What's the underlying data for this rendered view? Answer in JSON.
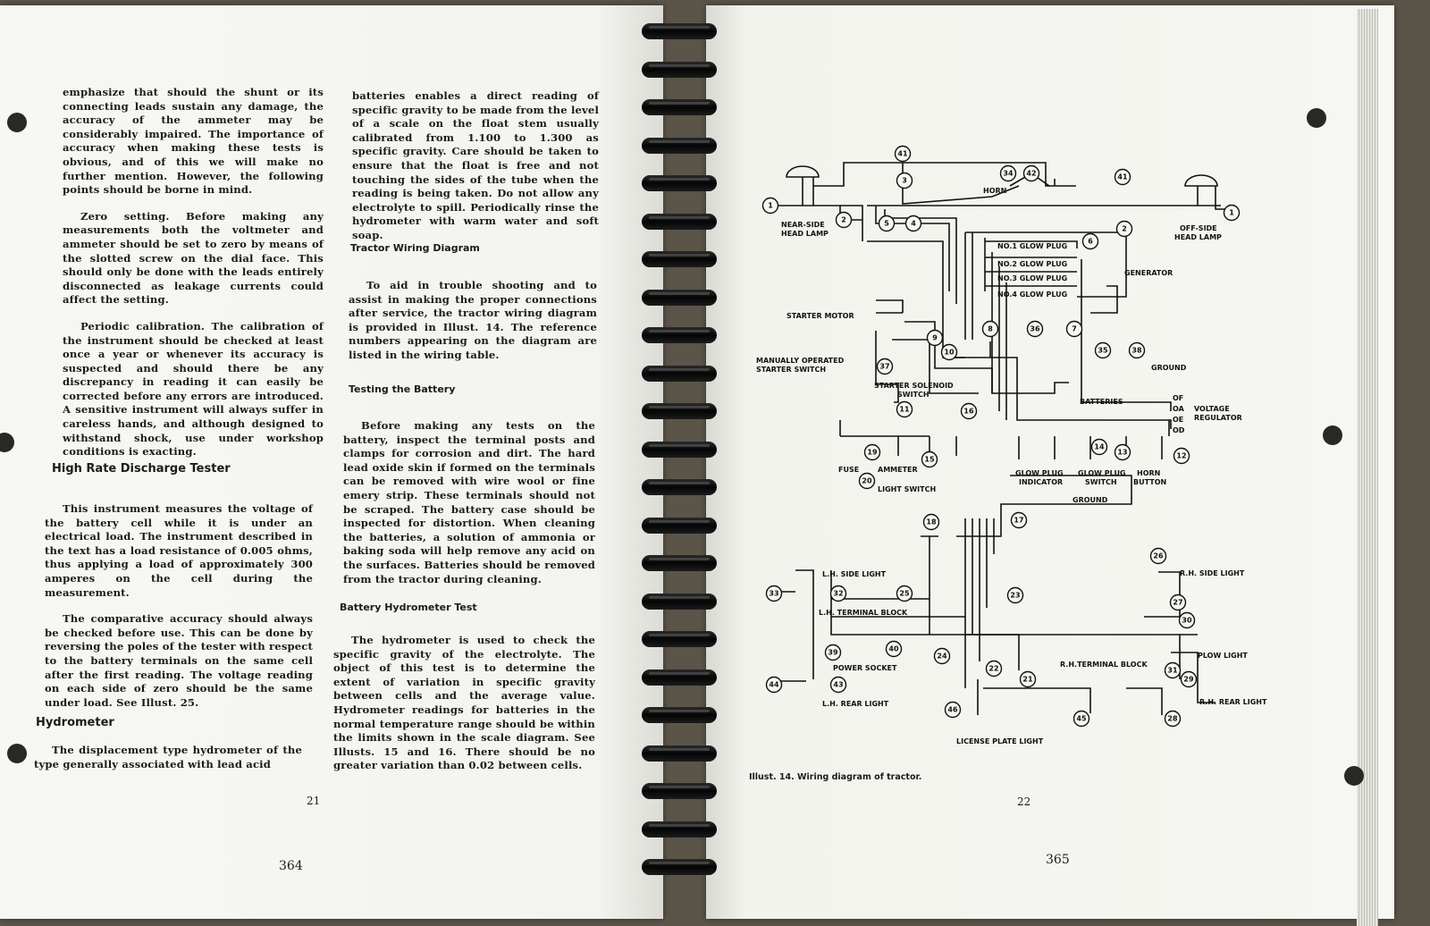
{
  "left": {
    "col1": {
      "para_shunt": "emphasize that should the shunt or its connecting leads sustain any damage, the accuracy of the ammeter may be considerably impaired. The importance of accuracy when making these tests is obvious, and of this we will make no further mention. However, the following points should be borne in mind.",
      "para_zero": "Zero setting. Before making any measurements both the voltmeter and ammeter should be set to zero by means of the slotted screw on the dial face. This should only be done with the leads entirely disconnected as leakage currents could affect the setting.",
      "para_calibration": "Periodic calibration. The calibration of the instrument should be checked at least once a year or whenever its accuracy is suspected and should there be any discrepancy in reading it can easily be corrected before any errors are introduced. A sensitive instrument will always suffer in careless hands, and although designed to withstand shock, use under workshop conditions is exacting.",
      "heading_hrd": "High Rate Discharge Tester",
      "para_hrd": "This instrument measures the voltage of the battery cell while it is under an electrical load. The instrument described in the text has a load resistance of 0.005 ohms, thus applying a load of approximately 300 amperes on the cell during the measurement.",
      "para_comparative": "The comparative accuracy should always be checked before use. This can be done by reversing the poles of the tester with respect to the battery terminals on the same cell after the first reading. The voltage reading on each side of zero should be the same under load. See Illust. 25.",
      "heading_hydrometer": "Hydrometer",
      "para_hydrometer": "The displacement type hydrometer of the type generally associated with lead acid"
    },
    "col2": {
      "para_batteries": "batteries enables a direct reading of specific gravity to be made from the level of a scale on the float stem usually calibrated from 1.100 to 1.300 as specific gravity. Care should be taken to ensure that the float is free and not touching the sides of the tube when the reading is being taken. Do not allow any electrolyte to spill. Periodically rinse the hydrometer with warm water and soft soap.",
      "heading_wiring": "Tractor Wiring Diagram",
      "para_wiring": "To aid in trouble shooting and to assist in making the proper connections after service, the tractor wiring diagram is provided in Illust. 14. The reference numbers appearing on the diagram are listed in the wiring table.",
      "heading_testing": "Testing the Battery",
      "para_testing": "Before making any tests on the battery, inspect the terminal posts and clamps for corrosion and dirt. The hard lead oxide skin if formed on the terminals can be removed with wire wool or fine emery strip. These terminals should not be scraped. The battery case should be inspected for distortion. When cleaning the batteries, a solution of ammonia or baking soda will help remove any acid on the surfaces. Batteries should be removed from the tractor during cleaning.",
      "heading_bht": "Battery Hydrometer Test",
      "para_bht": "The hydrometer is used to check the specific gravity of the electrolyte. The object of this test is to determine the extent of variation in specific gravity between cells and the average value. Hydrometer readings for batteries in the normal temperature range should be within the limits shown in the scale diagram. See Illusts. 15 and 16. There should be no greater variation than 0.02 between cells."
    },
    "page_number": "21",
    "book_page_number": "364"
  },
  "right": {
    "diagram_labels": {
      "near_side_head_lamp": "NEAR-SIDE",
      "near_side_head_lamp2": "HEAD LAMP",
      "off_side_head_lamp": "OFF-SIDE",
      "off_side_head_lamp2": "HEAD LAMP",
      "horn": "HORN",
      "glow1": "NO.1 GLOW PLUG",
      "glow2": "NO.2 GLOW PLUG",
      "glow3": "NO.3 GLOW PLUG",
      "glow4": "NO.4 GLOW PLUG",
      "generator": "GENERATOR",
      "starter_motor": "STARTER MOTOR",
      "manual_starter1": "MANUALLY OPERATED",
      "manual_starter2": "STARTER SWITCH",
      "starter_solenoid1": "STARTER SOLENOID",
      "starter_solenoid2": "SWITCH",
      "batteries": "BATTERIES",
      "ground": "GROUND",
      "voltage_reg1": "VOLTAGE",
      "voltage_reg2": "REGULATOR",
      "fuse": "FUSE",
      "ammeter": "AMMETER",
      "light_switch": "LIGHT SWITCH",
      "glow_indicator1": "GLOW PLUG",
      "glow_indicator2": "INDICATOR",
      "glow_switch1": "GLOW PLUG",
      "glow_switch2": "SWITCH",
      "horn_button1": "HORN",
      "horn_button2": "BUTTON",
      "ground2": "GROUND",
      "lh_side_light": "L.H. SIDE LIGHT",
      "rh_side_light": "R.H. SIDE LIGHT",
      "lh_terminal_block": "L.H. TERMINAL BLOCK",
      "rh_terminal_block": "R.H.TERMINAL BLOCK",
      "power_socket": "POWER SOCKET",
      "plow_light": "PLOW LIGHT",
      "lh_rear_light": "L.H. REAR LIGHT",
      "rh_rear_light": "R.H. REAR LIGHT",
      "license_plate_light": "LICENSE PLATE LIGHT",
      "reg_of": "OF",
      "reg_oa": "OA",
      "reg_oe": "OE",
      "reg_od": "OD"
    },
    "caption": "Illust. 14. Wiring diagram of tractor.",
    "page_number": "22",
    "book_page_number": "365"
  }
}
